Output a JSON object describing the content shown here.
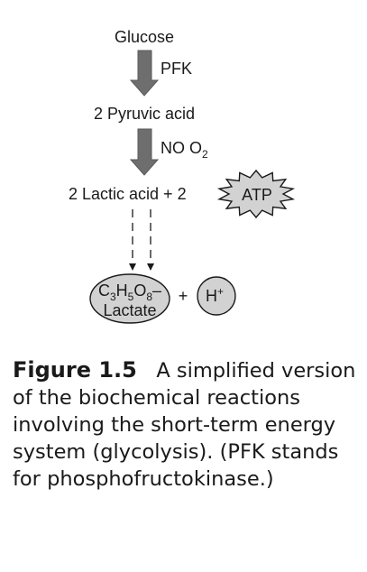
{
  "diagram": {
    "nodes": {
      "glucose": "Glucose",
      "pyruvic": "2 Pyruvic acid",
      "lactic": "2 Lactic acid + 2",
      "atp": "ATP",
      "plus": "+"
    },
    "arrows": {
      "first": "PFK",
      "second_main": "NO O",
      "second_sub": "2"
    },
    "lactate": {
      "formula": [
        {
          "t": "C",
          "sub": false
        },
        {
          "t": "3",
          "sub": true
        },
        {
          "t": "H",
          "sub": false
        },
        {
          "t": "5",
          "sub": true
        },
        {
          "t": "O",
          "sub": false
        },
        {
          "t": "8",
          "sub": true
        },
        {
          "t": "–",
          "sub": false
        }
      ],
      "name": "Lactate"
    },
    "hydrogen": {
      "symbol": "H",
      "charge": "+"
    },
    "colors": {
      "arrow": "#6e6e6e",
      "ellipse_fill": "#d2d2d2",
      "stroke": "#1a1a1a"
    }
  },
  "caption": {
    "figure": "Figure 1.5",
    "text": "A simplified version of the biochemical reactions involving the short-term energy system (glycolysis). (PFK stands for phosphofructokinase.)"
  }
}
